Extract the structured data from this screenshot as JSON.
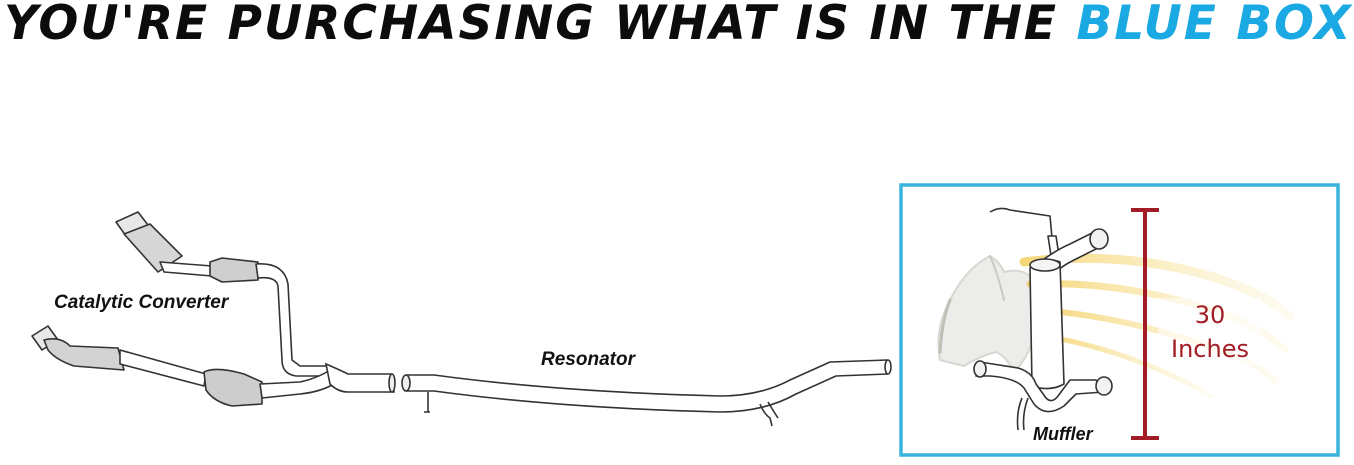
{
  "headline": {
    "prefix": "YOU'RE PURCHASING WHAT IS IN THE",
    "highlight": "BLUE BOX"
  },
  "labels": {
    "catalytic_converter": "Catalytic Converter",
    "resonator": "Resonator",
    "muffler": "Muffler"
  },
  "measurement": {
    "value": "30",
    "unit": "Inches"
  },
  "colors": {
    "highlight_blue": "#1aa9e2",
    "measure_red": "#a11c24",
    "line": "#333333"
  }
}
